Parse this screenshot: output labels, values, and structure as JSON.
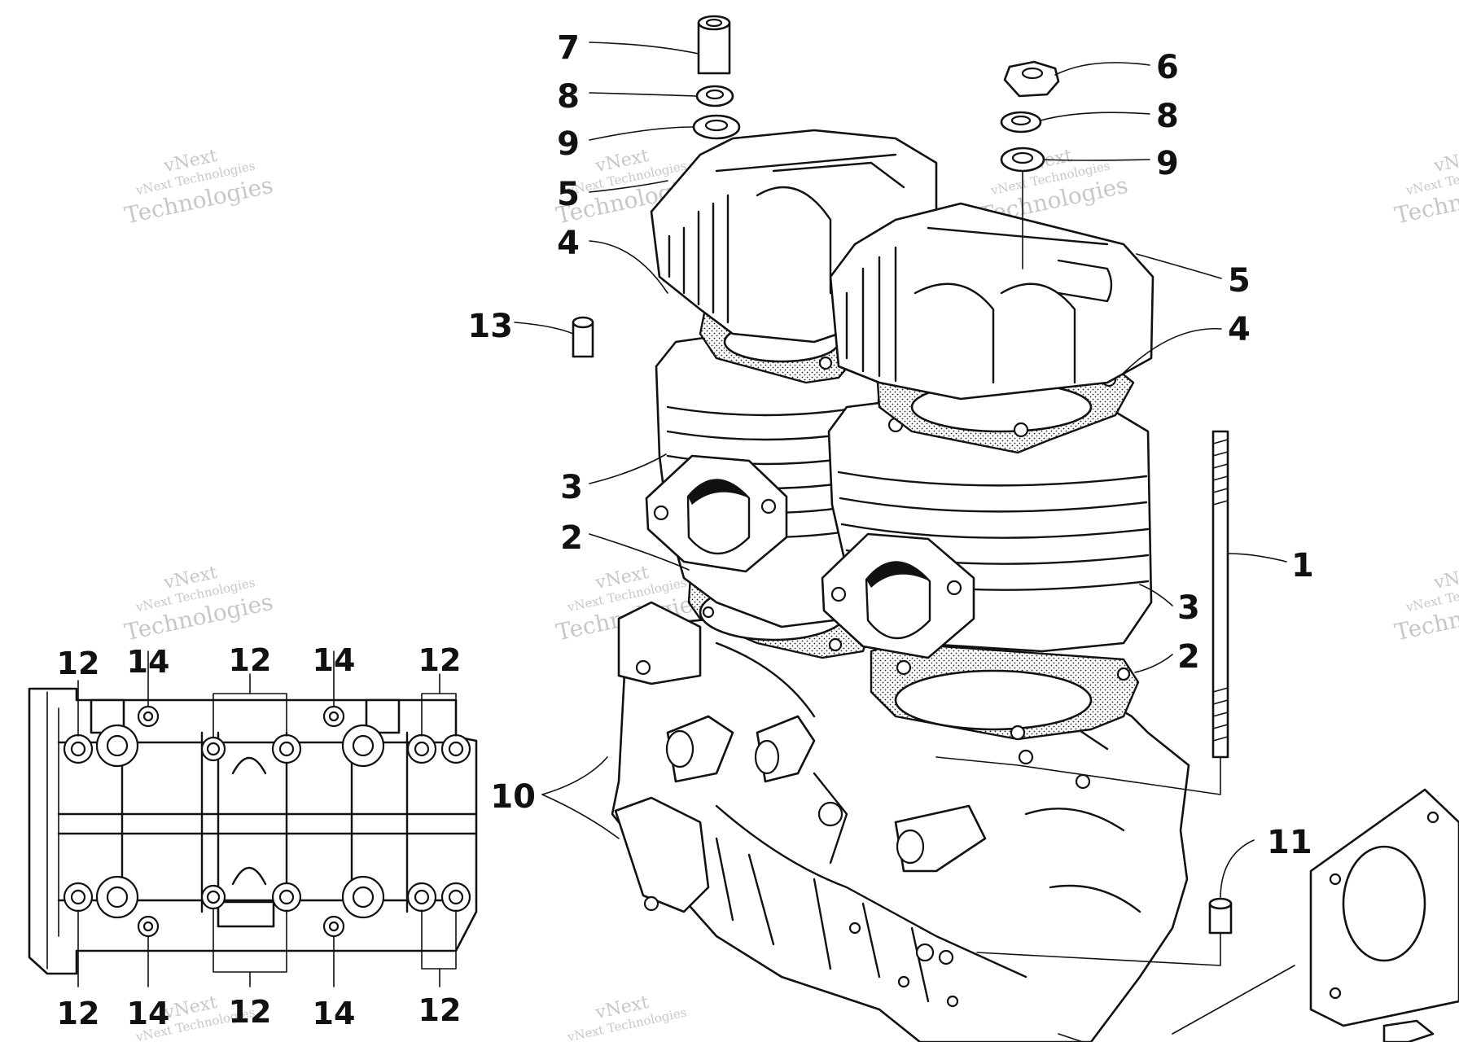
{
  "diagram": {
    "callouts": {
      "c1": "1",
      "c2a": "2",
      "c2b": "2",
      "c3a": "3",
      "c3b": "3",
      "c4a": "4",
      "c4b": "4",
      "c5a": "5",
      "c5b": "5",
      "c6": "6",
      "c7": "7",
      "c8a": "8",
      "c8b": "8",
      "c9a": "9",
      "c9b": "9",
      "c10": "10",
      "c11": "11",
      "c13": "13"
    },
    "inset_callouts": {
      "top_12a": "12",
      "top_14a": "14",
      "top_12b": "12",
      "top_14b": "14",
      "top_12c": "12",
      "bot_12a": "12",
      "bot_14a": "14",
      "bot_12b": "12",
      "bot_14b": "14",
      "bot_12c": "12"
    }
  },
  "watermark": {
    "line1": "vNext",
    "line2": "vNext Technologies",
    "line3": "Technologies"
  }
}
